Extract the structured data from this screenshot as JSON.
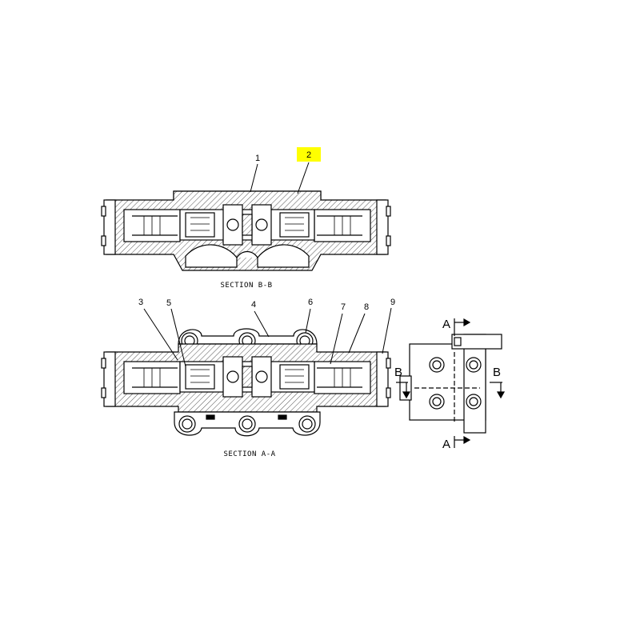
{
  "diagram": {
    "section_bb": "SECTION B-B",
    "section_aa": "SECTION A-A",
    "callouts": [
      "1",
      "2",
      "3",
      "4",
      "5",
      "6",
      "7",
      "8",
      "9"
    ],
    "highlighted_callout": "2",
    "highlight_color": "#ffff00",
    "view_markers": {
      "a_top": "A",
      "a_bottom": "A",
      "b_left": "B",
      "b_right": "B"
    }
  }
}
